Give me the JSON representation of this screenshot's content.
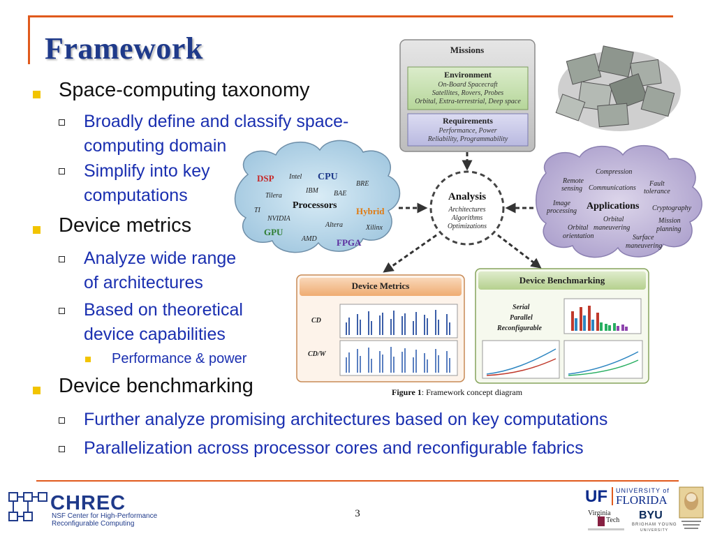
{
  "slide": {
    "title": "Framework",
    "page_number": "3",
    "caption": {
      "prefix": "Figure 1",
      "text": ": Framework concept diagram"
    }
  },
  "bullets": {
    "b1": "Space-computing taxonomy",
    "b1_sub1_line1": "Broadly define and classify space-",
    "b1_sub1_line2": "computing domain",
    "b1_sub2_line1": "Simplify into key",
    "b1_sub2_line2": "computations",
    "b2": "Device metrics",
    "b2_sub1_line1": "Analyze wide range",
    "b2_sub1_line2": "of architectures",
    "b2_sub2_line1": "Based on theoretical",
    "b2_sub2_line2": "device capabilities",
    "b2_sub2_sub1": "Performance & power",
    "b3": "Device benchmarking",
    "b3_sub1": "Further analyze promising architectures based on key computations",
    "b3_sub2": "Parallelization across processor cores and reconfigurable fabrics"
  },
  "diagram": {
    "missions": {
      "title": "Missions",
      "env_title": "Environment",
      "env_line1": "On-Board Spacecraft",
      "env_line2": "Satellites, Rovers, Probes",
      "env_line3": "Orbital, Extra-terrestrial, Deep space",
      "req_title": "Requirements",
      "req_line1": "Performance, Power",
      "req_line2": "Reliability, Programmability"
    },
    "analysis": {
      "title": "Analysis",
      "line1": "Architectures",
      "line2": "Algorithms",
      "line3": "Optimizations"
    },
    "processors": {
      "title": "Processors",
      "dsp": "DSP",
      "intel": "Intel",
      "cpu": "CPU",
      "tilera": "Tilera",
      "ibm": "IBM",
      "bae": "BAE",
      "bre": "BRE",
      "ti": "TI",
      "hybrid": "Hybrid",
      "nvidia": "NVIDIA",
      "gpu": "GPU",
      "altera": "Altera",
      "xilinx": "Xilinx",
      "amd": "AMD",
      "fpga": "FPGA"
    },
    "applications": {
      "title": "Applications",
      "compression": "Compression",
      "remote_sensing_1": "Remote",
      "remote_sensing_2": "sensing",
      "communications": "Communications",
      "fault_tolerance_1": "Fault",
      "fault_tolerance_2": "tolerance",
      "image_processing_1": "Image",
      "image_processing_2": "processing",
      "cryptography": "Cryptography",
      "orbital_orientation_1": "Orbital",
      "orbital_orientation_2": "orientation",
      "orbital_maneuvering_1": "Orbital",
      "orbital_maneuvering_2": "maneuvering",
      "mission_planning_1": "Mission",
      "mission_planning_2": "planning",
      "surface_maneuvering_1": "Surface",
      "surface_maneuvering_2": "maneuvering"
    },
    "device_metrics": {
      "title": "Device Metrics",
      "cd": "CD",
      "cdw": "CD/W"
    },
    "device_benchmarking": {
      "title": "Device Benchmarking",
      "serial": "Serial",
      "parallel": "Parallel",
      "reconfigurable": "Reconfigurable"
    }
  },
  "footer": {
    "chrec_name": "CHREC",
    "chrec_sub1": "NSF Center for High-Performance",
    "chrec_sub2": "Reconfigurable Computing",
    "uf_abbr": "UF",
    "uf_line1": "UNIVERSITY of",
    "uf_line2": "FLORIDA",
    "vt_line1": "Virginia",
    "vt_line2": "Tech",
    "byu": "BYU",
    "byu_sub1": "BRIGHAM YOUNG",
    "byu_sub2": "UNIVERSITY"
  },
  "colors": {
    "accent_orange": "#e05a1c",
    "title_blue": "#1f3a8a",
    "sub_blue": "#1a2fb0",
    "bullet_yellow": "#f2c400"
  }
}
